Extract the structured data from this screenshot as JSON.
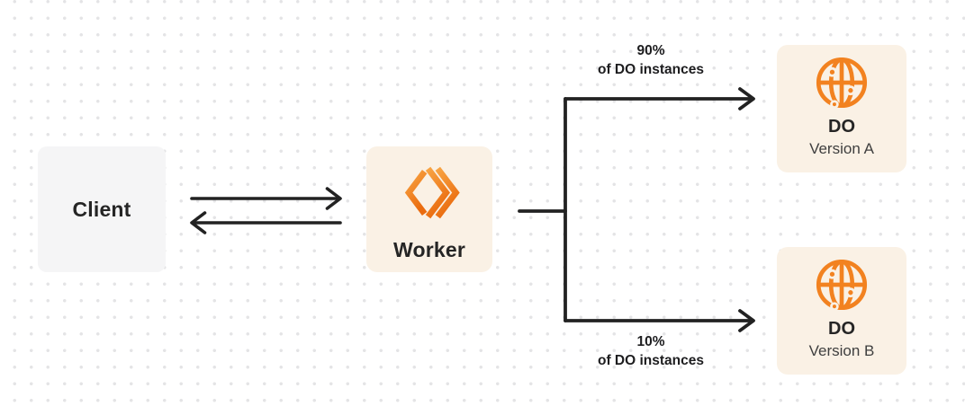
{
  "nodes": {
    "client": {
      "label": "Client"
    },
    "worker": {
      "label": "Worker"
    },
    "do_version_a": {
      "title": "DO",
      "subtitle": "Version A"
    },
    "do_version_b": {
      "title": "DO",
      "subtitle": "Version B"
    }
  },
  "edges": {
    "split_top": {
      "percent": "90%",
      "caption": "of DO instances"
    },
    "split_bottom": {
      "percent": "10%",
      "caption": "of DO instances"
    }
  },
  "icons": {
    "worker": "workers-double-chevron-icon",
    "durable_object": "globe-icon"
  },
  "colors": {
    "accent_orange": "#F28220",
    "accent_orange_light": "#F8A443",
    "accent_orange_dark": "#EA6C0F",
    "node_cream": "#FAF1E5",
    "node_gray": "#F5F5F6",
    "arrow_dark": "#222222",
    "dot_grid": "#E4E4E6",
    "text_dark": "#252525",
    "text_muted": "#3F3F3F"
  }
}
